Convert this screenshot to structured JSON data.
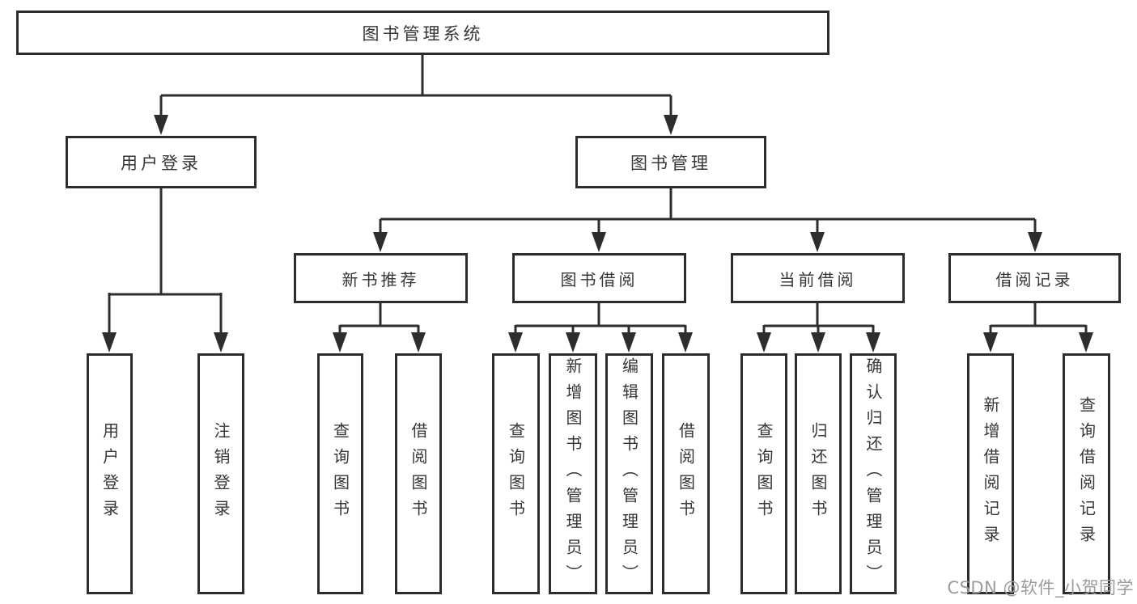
{
  "diagram_title": "图书管理系统",
  "nodes": {
    "root": "图书管理系统",
    "login": "用户登录",
    "mgmt": "图书管理",
    "rec": "新书推荐",
    "borrow": "图书借阅",
    "current": "当前借阅",
    "records": "借阅记录",
    "login_user": "用户登录",
    "login_logout": "注销登录",
    "rec_query": "查询图书",
    "rec_borrow": "借阅图书",
    "borrow_query": "查询图书",
    "borrow_add": "新增图书（管理员）",
    "borrow_edit": "编辑图书（管理员）",
    "borrow_borrow": "借阅图书",
    "cur_query": "查询图书",
    "cur_return": "归还图书",
    "cur_confirm": "确认归还（管理员）",
    "rcd_add": "新增借阅记录",
    "rcd_query": "查询借阅记录"
  },
  "hierarchy": {
    "图书管理系统": {
      "用户登录": [
        "用户登录",
        "注销登录"
      ],
      "图书管理": {
        "新书推荐": [
          "查询图书",
          "借阅图书"
        ],
        "图书借阅": [
          "查询图书",
          "新增图书（管理员）",
          "编辑图书（管理员）",
          "借阅图书"
        ],
        "当前借阅": [
          "查询图书",
          "归还图书",
          "确认归还（管理员）"
        ],
        "借阅记录": [
          "新增借阅记录",
          "查询借阅记录"
        ]
      }
    }
  },
  "watermark": "CSDN @软件_小贺同学",
  "colors": {
    "line": "#2d2d2d",
    "text": "#363636",
    "watermark_text": "#9b9b9b",
    "background": "#ffffff"
  }
}
